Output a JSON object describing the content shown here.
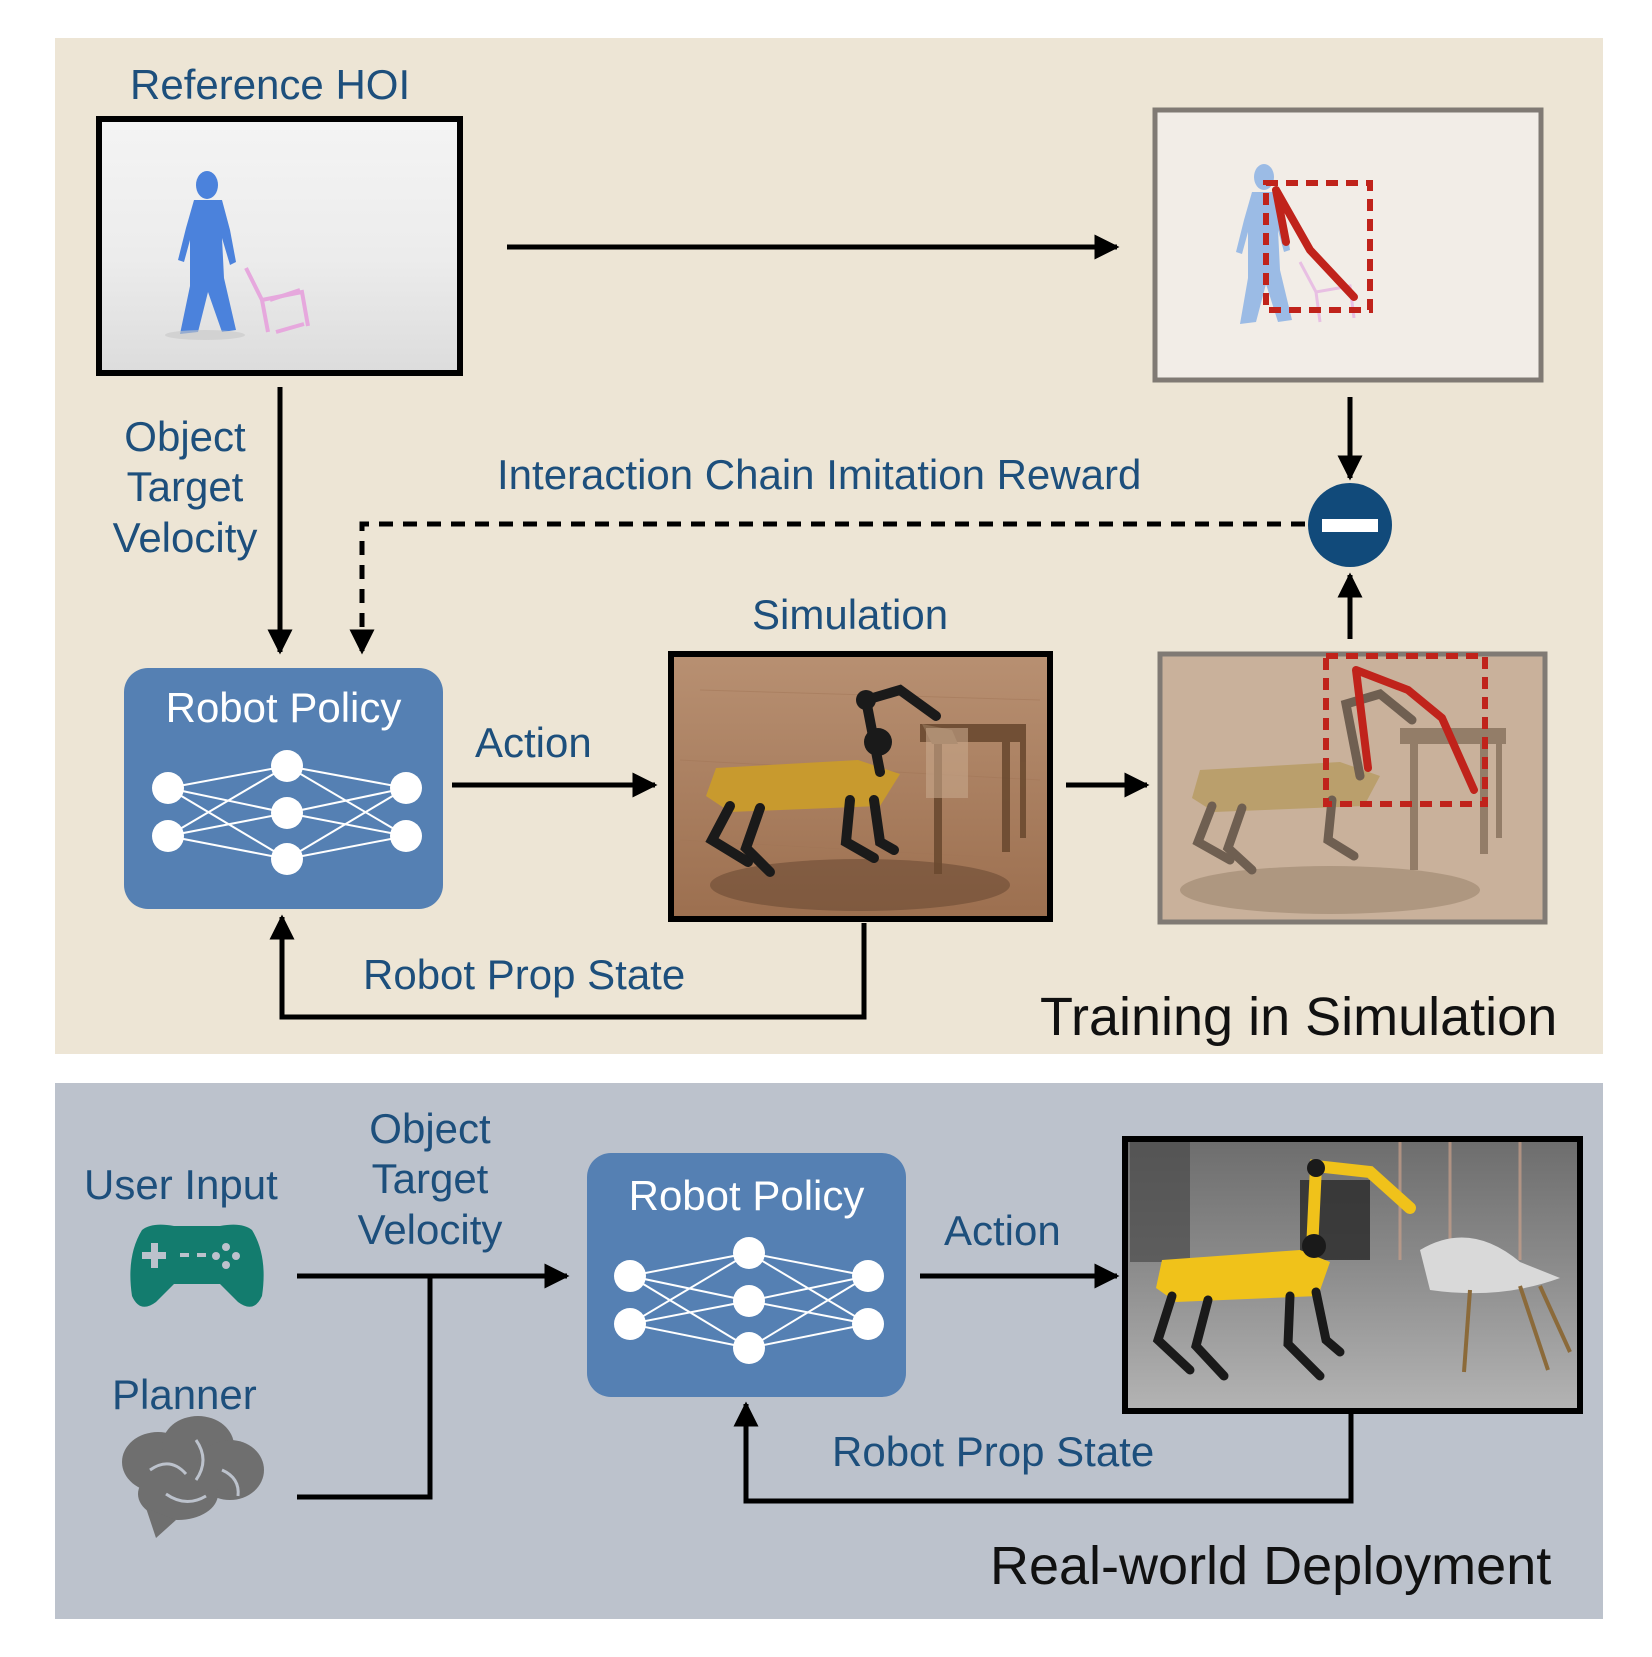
{
  "training": {
    "title": "Training in Simulation",
    "reference_label": "Reference HOI",
    "object_target_velocity": [
      "Object",
      "Target",
      "Velocity"
    ],
    "reward_label": "Interaction Chain Imitation Reward",
    "simulation_label": "Simulation",
    "policy_label": "Robot Policy",
    "action_label": "Action",
    "prop_state_label": "Robot Prop State"
  },
  "deployment": {
    "title": "Real-world Deployment",
    "user_input_label": "User Input",
    "planner_label": "Planner",
    "object_target_velocity": [
      "Object",
      "Target",
      "Velocity"
    ],
    "policy_label": "Robot Policy",
    "action_label": "Action",
    "prop_state_label": "Robot Prop State"
  },
  "colors": {
    "training_bg": "#ede5d5",
    "deployment_bg": "#bcc2cc",
    "policy_box": "#5580b3",
    "label_text": "#1d4f7c",
    "chain_red": "#c0231b",
    "minus_node": "#114a7a",
    "gamepad": "#137c6e",
    "brain": "#6f6f6f"
  }
}
